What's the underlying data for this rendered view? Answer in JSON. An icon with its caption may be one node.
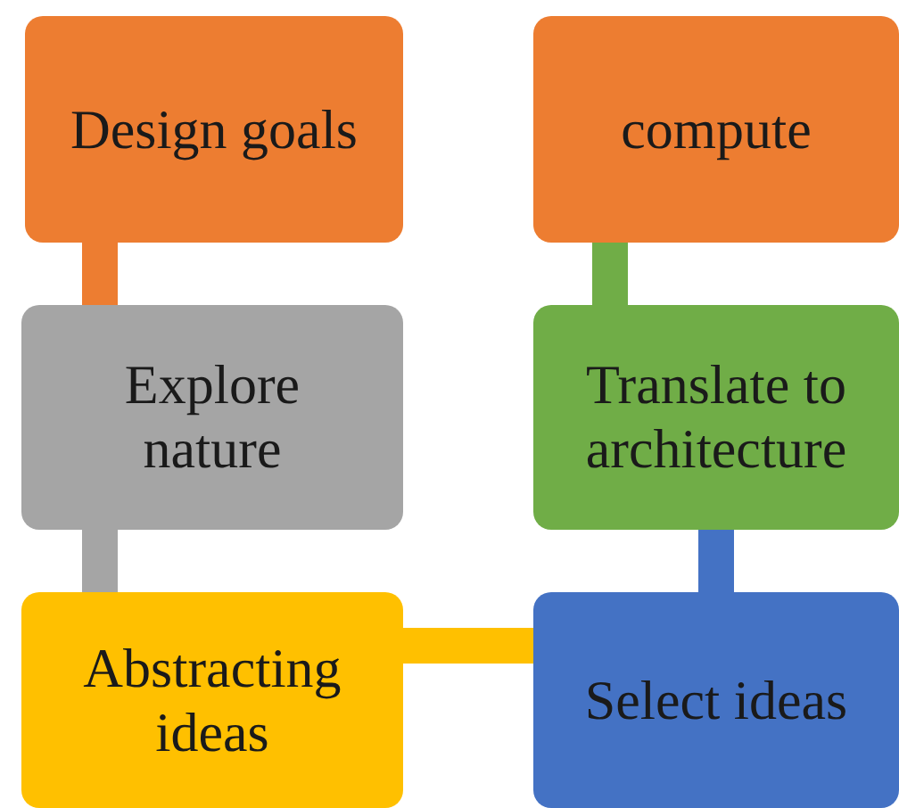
{
  "diagram": {
    "nodes": [
      {
        "text": [
          "Design goals"
        ]
      },
      {
        "text": [
          "compute"
        ]
      },
      {
        "text": [
          "Explore nature"
        ]
      },
      {
        "text": [
          "Translate to architecture"
        ]
      },
      {
        "text": [
          "Abstracting ideas"
        ]
      },
      {
        "text": [
          "Select ideas"
        ]
      }
    ],
    "edges": [
      {
        "from": 0,
        "to": 2,
        "arrow": "none",
        "color": "#ed7d31"
      },
      {
        "from": 2,
        "to": 4,
        "arrow": "none",
        "color": "#a5a5a5"
      },
      {
        "from": 4,
        "to": 5,
        "arrow": "none",
        "color": "#ffc000"
      },
      {
        "from": 5,
        "to": 3,
        "arrow": "none",
        "color": "#4472c4"
      },
      {
        "from": 3,
        "to": 1,
        "arrow": "none",
        "color": "#70ad47"
      }
    ]
  }
}
